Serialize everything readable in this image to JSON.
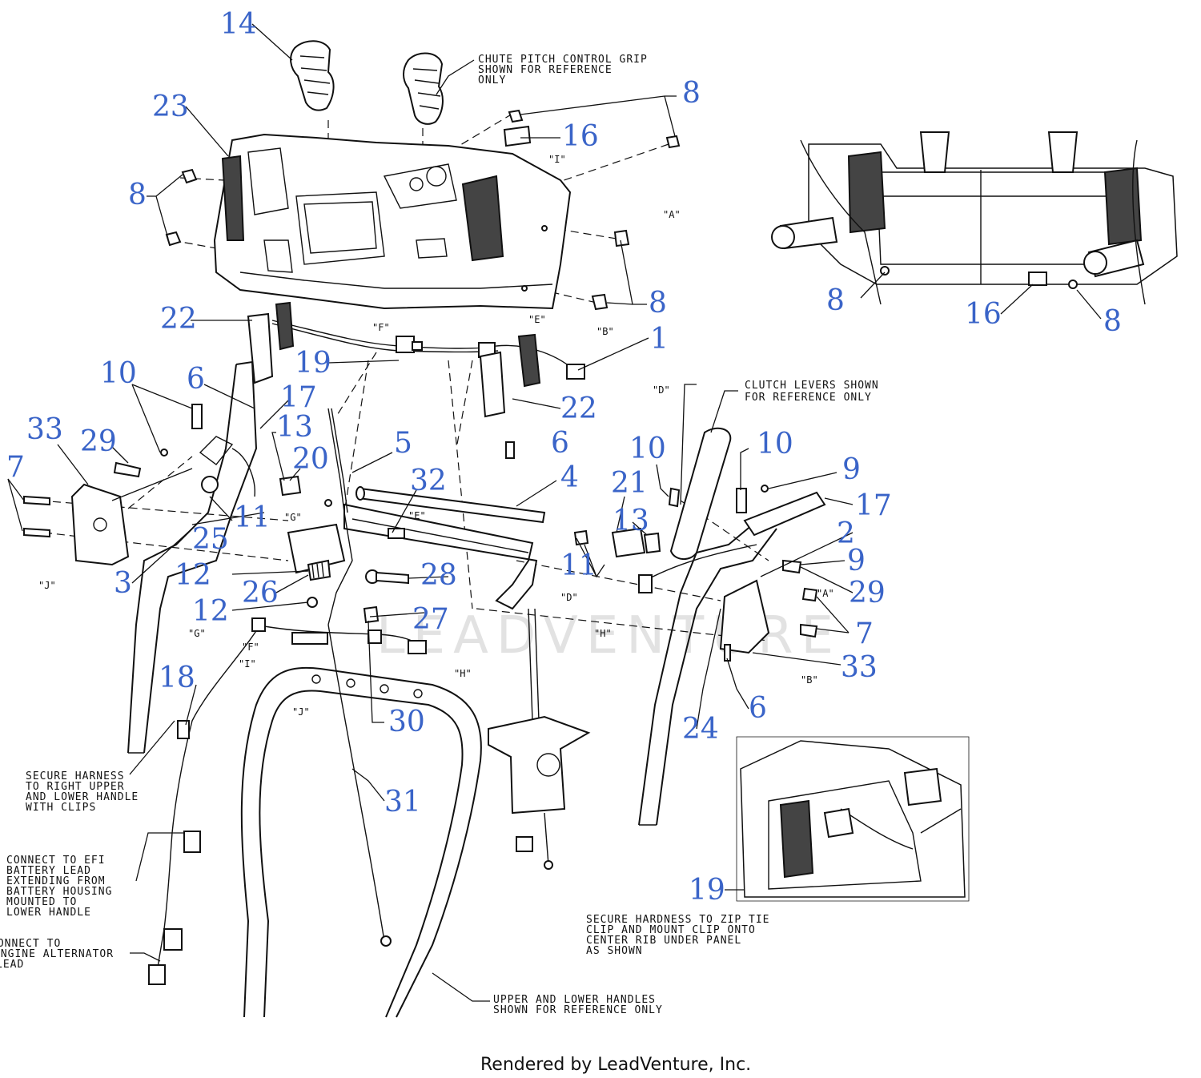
{
  "callouts": {
    "c14": "14",
    "c23": "23",
    "c8a": "8",
    "c16": "16",
    "c8b": "8",
    "c8c": "8",
    "c22a": "22",
    "c19": "19",
    "c1": "1",
    "c22b": "22",
    "c10a": "10",
    "c6a": "6",
    "c17a": "17",
    "c33a": "33",
    "c29a": "29",
    "c13a": "13",
    "c20": "20",
    "c5": "5",
    "c7a": "7",
    "c11a": "11",
    "c25": "25",
    "c32": "32",
    "c4": "4",
    "c21": "21",
    "c13b": "13",
    "c10b": "10",
    "c10c": "10",
    "c6b": "6",
    "c9a": "9",
    "c17b": "17",
    "c2": "2",
    "c11b": "11",
    "c9b": "9",
    "c29b": "29",
    "c3": "3",
    "c12a": "12",
    "c26": "26",
    "c28": "28",
    "c27": "27",
    "c12b": "12",
    "c7b": "7",
    "c33b": "33",
    "c18": "18",
    "c30": "30",
    "c6c": "6",
    "c24": "24",
    "c31": "31",
    "i8a": "8",
    "i16": "16",
    "i8b": "8",
    "i19": "19"
  },
  "refs": {
    "I_top": "\"I\"",
    "A_top": "\"A\"",
    "B_top": "\"B\"",
    "F_top": "\"F\"",
    "E_top": "\"E\"",
    "D_top": "\"D\"",
    "G_mid": "\"G\"",
    "E_mid": "\"E\"",
    "J_left": "\"J\"",
    "D_mid": "\"D\"",
    "A_right": "\"A\"",
    "H_mid": "\"H\"",
    "B_right": "\"B\"",
    "G_bot": "\"G\"",
    "F_bot": "\"F\"",
    "I_bot": "\"I\"",
    "H_bot": "\"H\"",
    "J_bot": "\"J\""
  },
  "notes": {
    "chute": [
      "CHUTE PITCH CONTROL GRIP",
      "SHOWN FOR REFERENCE",
      "ONLY"
    ],
    "clutch": [
      "CLUTCH LEVERS SHOWN",
      "FOR REFERENCE ONLY"
    ],
    "secure_right": [
      "SECURE HARNESS",
      "TO RIGHT UPPER",
      "AND LOWER HANDLE",
      "WITH CLIPS"
    ],
    "efi": [
      "CONNECT TO EFI",
      "BATTERY LEAD",
      "EXTENDING FROM",
      "BATTERY HOUSING",
      "MOUNTED TO",
      "LOWER HANDLE"
    ],
    "alternator": [
      "CONNECT TO",
      "ENGINE ALTERNATOR",
      "LEAD"
    ],
    "zip_tie": [
      "SECURE HARDNESS TO ZIP TIE",
      "CLIP AND MOUNT CLIP ONTO",
      "CENTER RIB UNDER PANEL",
      "AS SHOWN"
    ],
    "handles": [
      "UPPER AND LOWER HANDLES",
      "SHOWN FOR REFERENCE ONLY"
    ]
  },
  "watermark": "LEADVENTURE",
  "footer": "Rendered by LeadVenture, Inc.",
  "colors": {
    "callout": "#3a64c8",
    "ink": "#111111",
    "watermark": "#cccccc"
  }
}
